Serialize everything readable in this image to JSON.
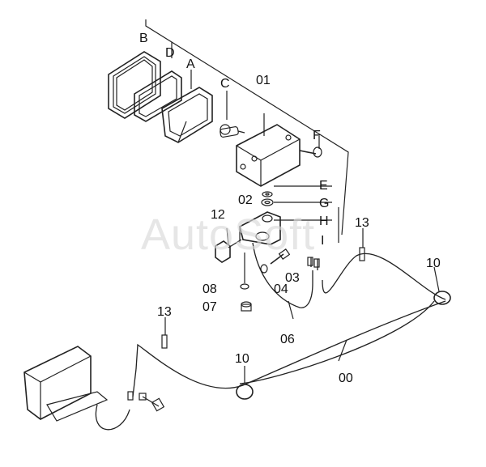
{
  "watermark": "AutoSoft",
  "labels": {
    "B": "B",
    "D": "D",
    "A": "A",
    "C": "C",
    "p01": "01",
    "F": "F",
    "E": "E",
    "p02": "02",
    "G": "G",
    "p12": "12",
    "H": "H",
    "I": "I",
    "p13a": "13",
    "p13b": "13",
    "p10a": "10",
    "p10b": "10",
    "p03": "03",
    "p08": "08",
    "p04": "04",
    "p07": "07",
    "p06": "06",
    "p00": "00"
  },
  "colors": {
    "line": "#222222",
    "watermark": "#d9d9d9",
    "background": "#ffffff"
  }
}
